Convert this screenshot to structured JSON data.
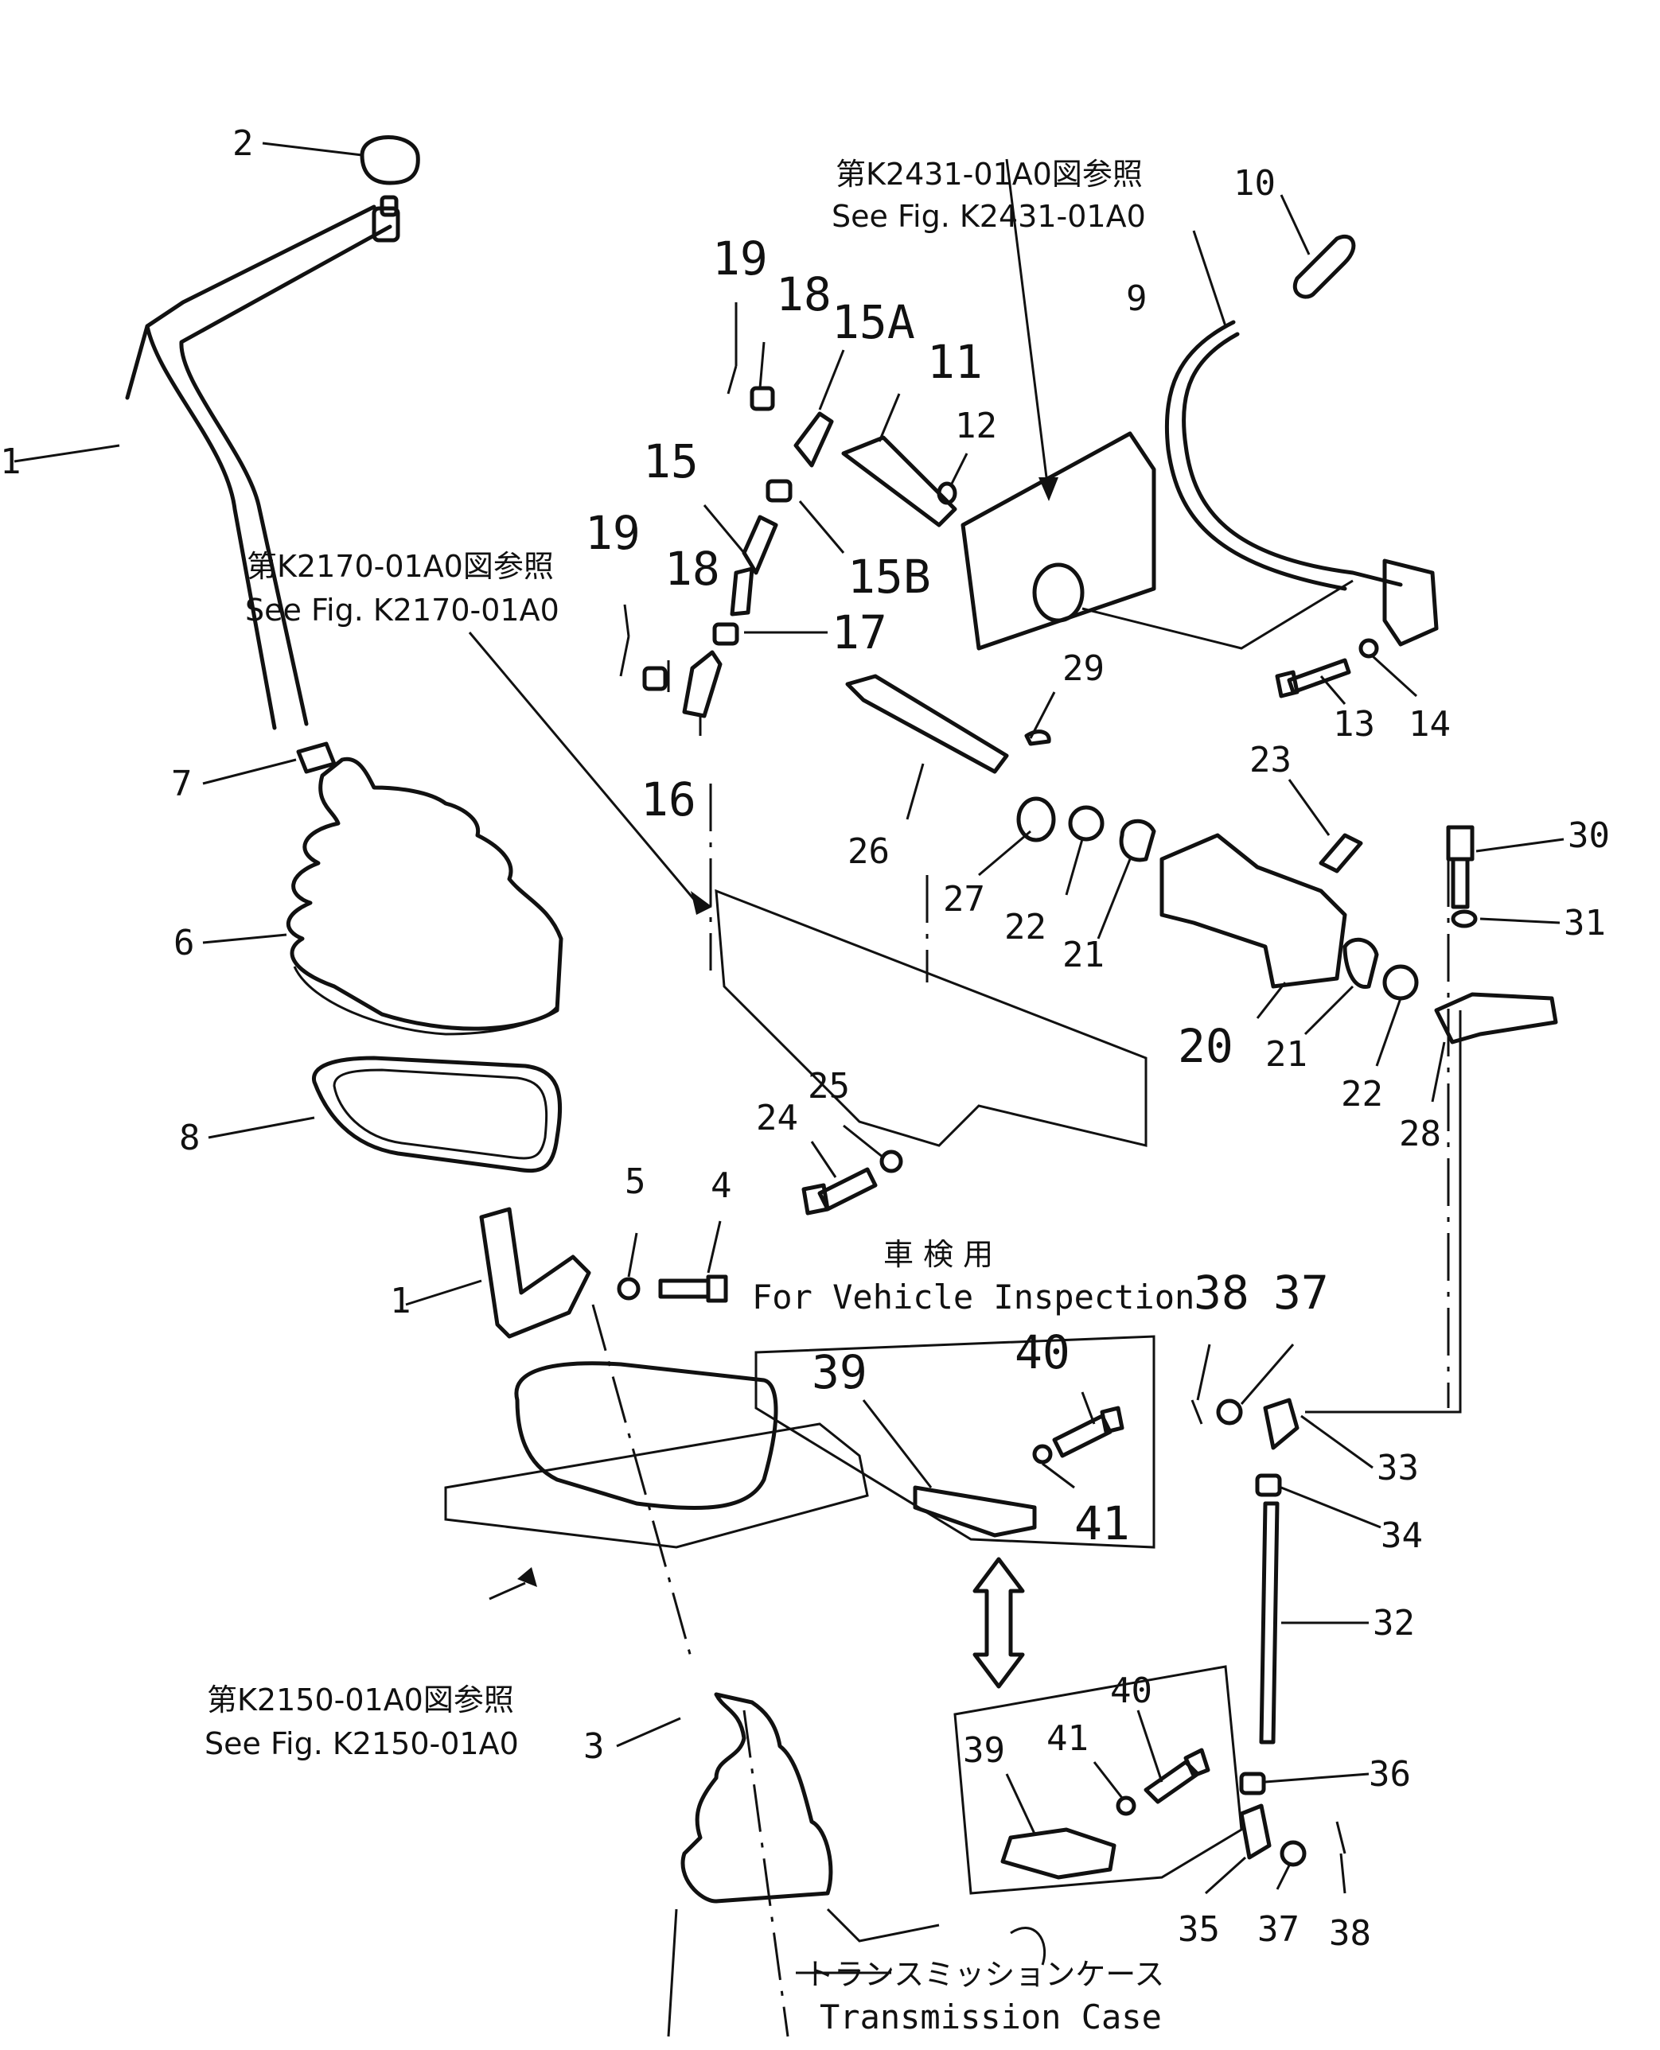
{
  "references": {
    "k2431_jp": "第K2431-01A0図参照",
    "k2431_en": "See Fig. K2431-01A0",
    "k2170_jp": "第K2170-01A0図参照",
    "k2170_en": "See Fig. K2170-01A0",
    "k2150_jp": "第K2150-01A0図参照",
    "k2150_en": "See Fig. K2150-01A0"
  },
  "inspection": {
    "title_jp": "車 検 用",
    "title_en": "For Vehicle Inspection"
  },
  "transmission": {
    "label_jp": "トランスミッションケース",
    "label_en": "Transmission Case"
  },
  "labels": {
    "p1a": "1",
    "p1b": "1",
    "p2": "2",
    "p3": "3",
    "p4": "4",
    "p5": "5",
    "p6": "6",
    "p7": "7",
    "p8": "8",
    "p9": "9",
    "p10": "10",
    "p11": "11",
    "p12": "12",
    "p13": "13",
    "p14": "14",
    "p15": "15",
    "p15a": "15A",
    "p15b": "15B",
    "p16": "16",
    "p17": "17",
    "p18a": "18",
    "p18b": "18",
    "p19a": "19",
    "p19b": "19",
    "p20": "20",
    "p21a": "21",
    "p21b": "21",
    "p22a": "22",
    "p22b": "22",
    "p23": "23",
    "p24": "24",
    "p25": "25",
    "p26": "26",
    "p27": "27",
    "p28": "28",
    "p29": "29",
    "p30": "30",
    "p31": "31",
    "p32": "32",
    "p33": "33",
    "p34": "34",
    "p35": "35",
    "p36": "36",
    "p37a": "37",
    "p37b": "37",
    "p38a": "38",
    "p38b": "38",
    "p39a": "39",
    "p39b": "39",
    "p40a": "40",
    "p40b": "40",
    "p41a": "41",
    "p41b": "41"
  }
}
